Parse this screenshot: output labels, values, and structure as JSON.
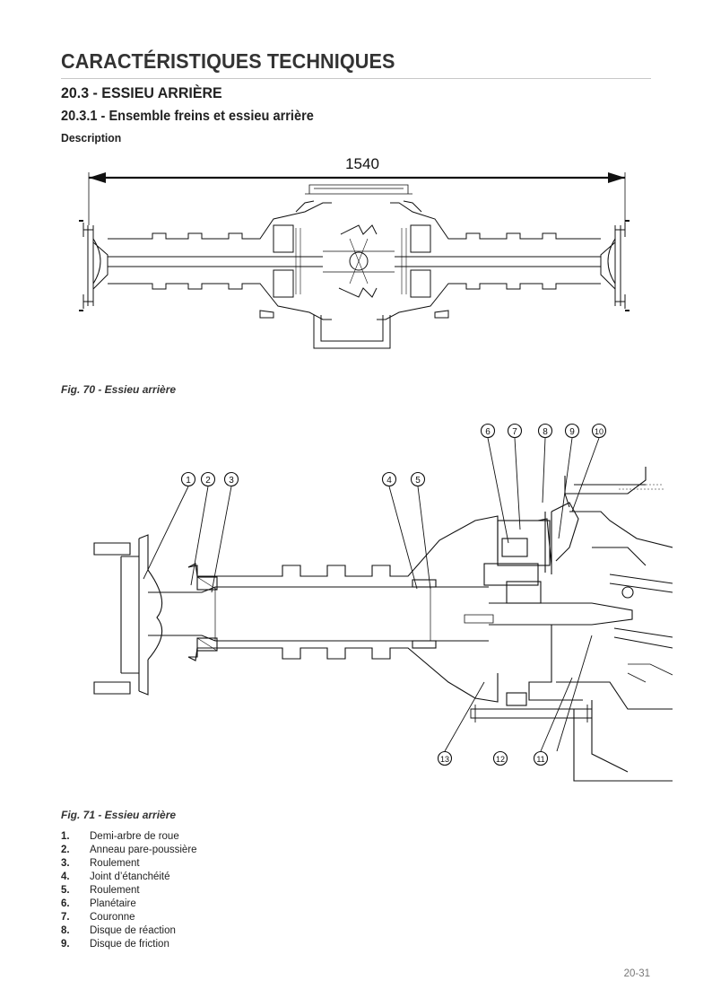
{
  "header": {
    "page_title": "CARACTÉRISTIQUES TECHNIQUES",
    "section_title": "20.3 - ESSIEU ARRIÈRE",
    "subsection_title": "20.3.1 - Ensemble freins et essieu arrière",
    "description_heading": "Description"
  },
  "figure_70": {
    "dimension_label": "1540",
    "caption": "Fig. 70 - Essieu arrière"
  },
  "figure_71": {
    "callouts": [
      "1",
      "2",
      "3",
      "4",
      "5",
      "6",
      "7",
      "8",
      "9",
      "10",
      "11",
      "12",
      "13"
    ],
    "caption": "Fig. 71 - Essieu arrière"
  },
  "legend": [
    {
      "num": "1.",
      "label": "Demi-arbre de roue"
    },
    {
      "num": "2.",
      "label": "Anneau pare-poussière"
    },
    {
      "num": "3.",
      "label": "Roulement"
    },
    {
      "num": "4.",
      "label": "Joint d’étanchéité"
    },
    {
      "num": "5.",
      "label": "Roulement"
    },
    {
      "num": "6.",
      "label": "Planétaire"
    },
    {
      "num": "7.",
      "label": "Couronne"
    },
    {
      "num": "8.",
      "label": "Disque de réaction"
    },
    {
      "num": "9.",
      "label": "Disque de friction"
    }
  ],
  "footer": {
    "page_number": "20-31"
  }
}
